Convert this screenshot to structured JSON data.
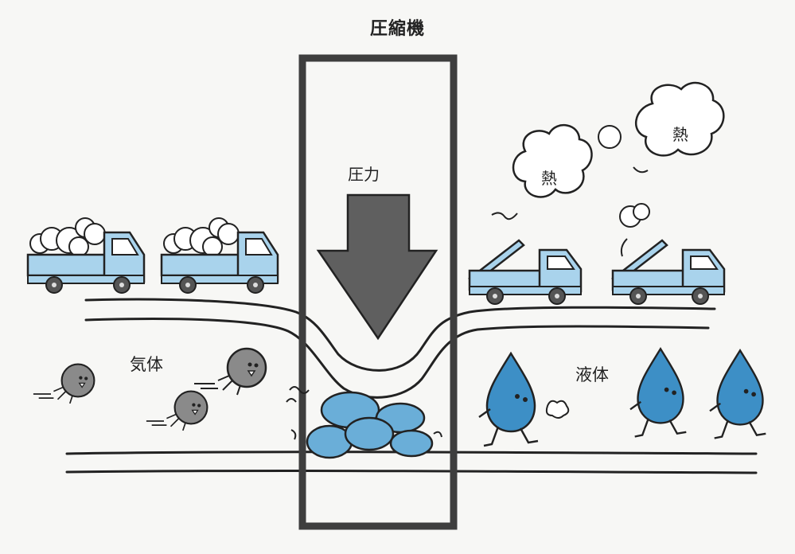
{
  "title": "圧縮機",
  "labels": {
    "pressure": "圧力",
    "gas": "気体",
    "liquid": "液体",
    "heat_1": "熱",
    "heat_2": "熱"
  },
  "colors": {
    "truck_blue": "#a9d3ec",
    "drop_blue": "#3d8fc6",
    "gas_gray": "#8a8a8a",
    "arrow_gray": "#5f5f5f",
    "frame": "#3e3e3e",
    "line": "#222222"
  }
}
